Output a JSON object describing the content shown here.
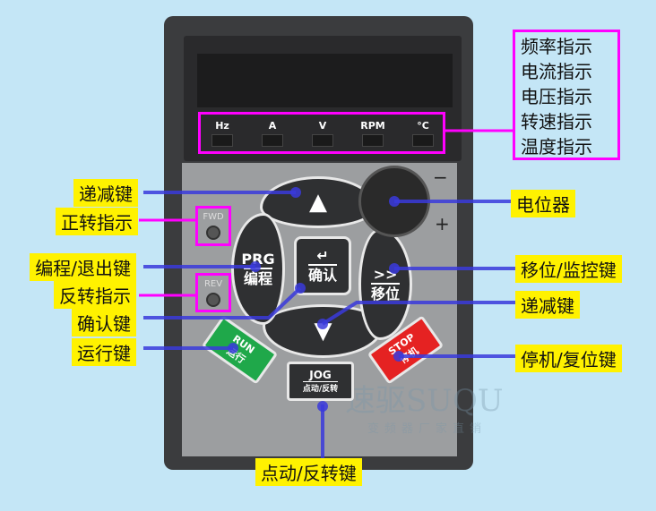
{
  "display": {
    "indicators": [
      "Hz",
      "A",
      "V",
      "RPM",
      "°C"
    ]
  },
  "panel": {
    "fwd": "FWD",
    "rev": "REV",
    "minus": "−",
    "plus": "+"
  },
  "keys": {
    "prg": "PRG",
    "prg_cn": "编程",
    "enter_icon": "↵",
    "enter_cn": "确认",
    "shift": ">>",
    "shift_cn": "移位",
    "run": "RUN",
    "run_cn": "运行",
    "stop": "STOP",
    "stop_cn": "停机",
    "jog": "JOG",
    "jog_cn": "点动/反转",
    "up": "▲",
    "down": "▼"
  },
  "labels_left": [
    "递减键",
    "正转指示",
    "编程/退出键",
    "反转指示",
    "确认键",
    "运行键"
  ],
  "labels_right": [
    "电位器",
    "移位/监控键",
    "递减键",
    "停机/复位键"
  ],
  "label_bottom": "点动/反转键",
  "indicator_legend": [
    "频率指示",
    "电流指示",
    "电压指示",
    "转速指示",
    "温度指示"
  ],
  "watermark": {
    "brand": "速驱SUQU",
    "tagline": "变频器厂家直销"
  },
  "colors": {
    "pink": "#ff00ff",
    "blue": "#3a3adc",
    "label": "#fff200",
    "run": "#1fa84a",
    "stop": "#e52222"
  }
}
